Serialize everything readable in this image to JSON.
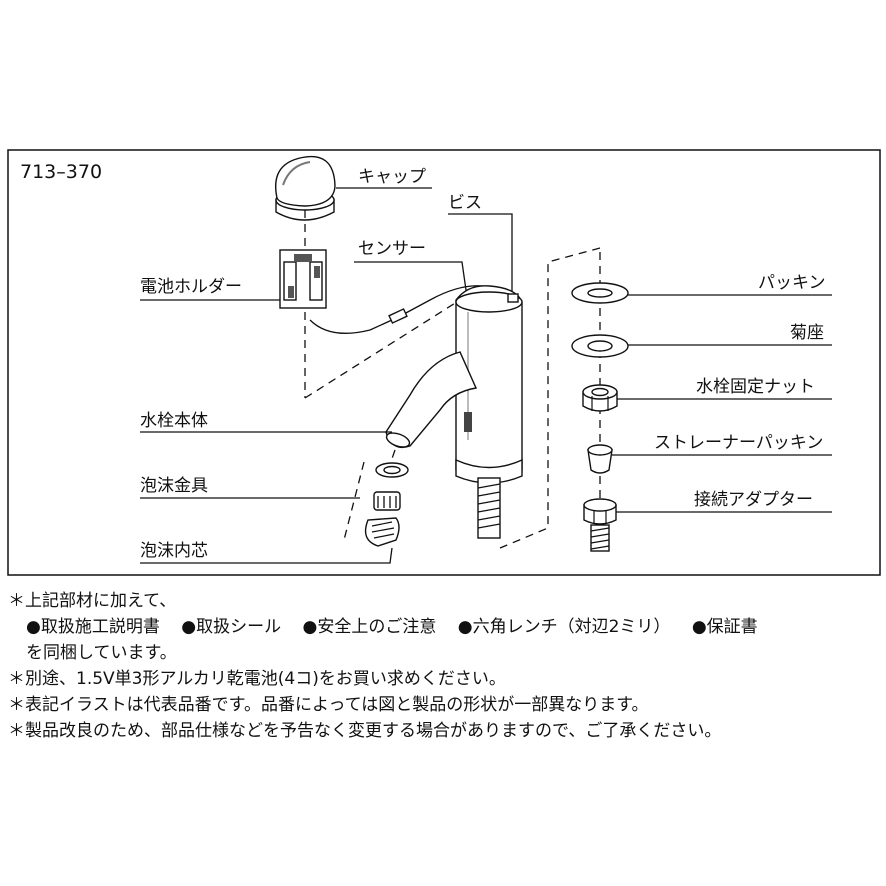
{
  "diagram": {
    "model_number": "713–370",
    "labels": {
      "cap": "キャップ",
      "screw": "ビス",
      "sensor": "センサー",
      "battery_holder": "電池ホルダー",
      "faucet_body": "水栓本体",
      "aerator_fitting": "泡沫金具",
      "aerator_core": "泡沫内芯",
      "packing": "パッキン",
      "seat": "菊座",
      "fixing_nut": "水栓固定ナット",
      "strainer_packing": "ストレーナーパッキン",
      "adapter": "接続アダプター"
    }
  },
  "notes": {
    "line1": "＊上記部材に加えて、",
    "items": [
      "●取扱施工説明書",
      "●取扱シール",
      "●安全上のご注意",
      "●六角レンチ（対辺2ミリ）",
      "●保証書"
    ],
    "line2": "を同梱しています。",
    "line3": "＊別途、1.5V単3形アルカリ乾電池(4コ)をお買い求めください。",
    "line4": "＊表記イラストは代表品番です。品番によっては図と製品の形状が一部異なります。",
    "line5": "＊製品改良のため、部品仕様などを予告なく変更する場合がありますので、ご了承ください。"
  }
}
